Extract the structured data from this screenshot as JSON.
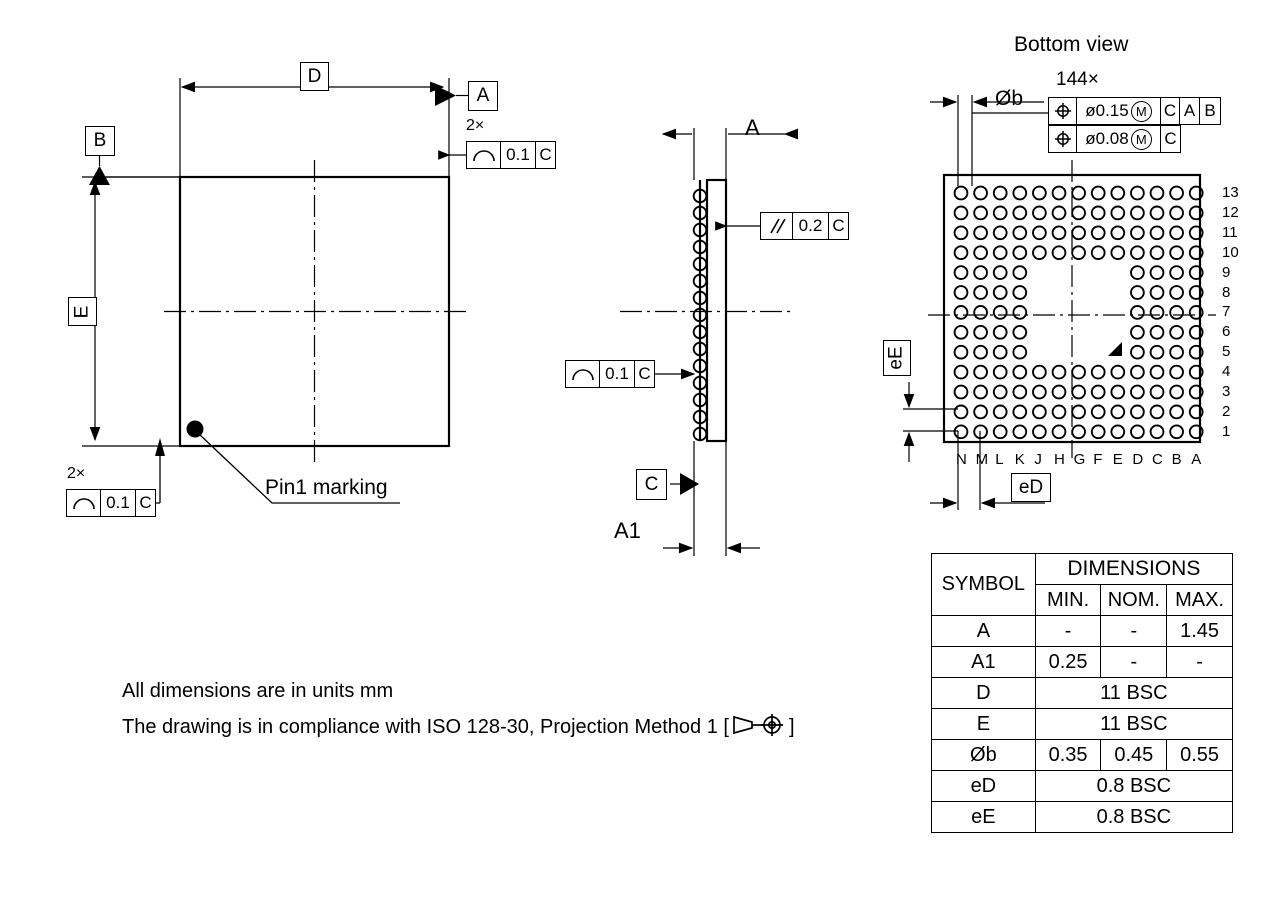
{
  "drawing": {
    "type": "bga-package-mechanical-drawing",
    "notes": [
      "All dimensions are in units mm",
      "The drawing is in compliance with ISO 128-30, Projection Method 1 ["
    ],
    "note_close": "]"
  },
  "top_view": {
    "dim_D": "D",
    "dim_E": "E",
    "datum_A": "A",
    "datum_B": "B",
    "pin1_label": "Pin1 marking",
    "callout_top": {
      "qty": "2×",
      "symbol": "profile-of-surface",
      "tol": "0.1",
      "datum": "C"
    },
    "callout_bottom": {
      "qty": "2×",
      "symbol": "profile-of-surface",
      "tol": "0.1",
      "datum": "C"
    }
  },
  "side_view": {
    "dim_A": "A",
    "dim_A1": "A1",
    "datum_C": "C",
    "callout_parallel": {
      "symbol": "parallelism",
      "tol": "0.2",
      "datum": "C"
    },
    "callout_profile": {
      "symbol": "profile-of-surface",
      "tol": "0.1",
      "datum": "C"
    }
  },
  "bottom_view": {
    "title": "Bottom view",
    "ball_qty": "144×",
    "dim_b": "Øb",
    "pitch_D": "eD",
    "pitch_E": "eE",
    "fcf_rows": [
      {
        "symbol": "position",
        "tol": "ø0.15",
        "modifier": "M",
        "datums": [
          "C",
          "A",
          "B"
        ]
      },
      {
        "symbol": "position",
        "tol": "ø0.08",
        "modifier": "M",
        "datums": [
          "C"
        ]
      }
    ],
    "column_letters": [
      "N",
      "M",
      "L",
      "K",
      "J",
      "H",
      "G",
      "F",
      "E",
      "D",
      "C",
      "B",
      "A"
    ],
    "row_numbers": [
      "13",
      "12",
      "11",
      "10",
      "9",
      "8",
      "7",
      "6",
      "5",
      "4",
      "3",
      "2",
      "1"
    ],
    "grid": {
      "cols": 13,
      "rows": 13,
      "hollow_center": {
        "col_start": 5,
        "col_end": 9,
        "row_start": 5,
        "row_end": 9
      }
    }
  },
  "dim_table": {
    "header_main": "DIMENSIONS",
    "header_symbol": "SYMBOL",
    "header_min": "MIN.",
    "header_nom": "NOM.",
    "header_max": "MAX.",
    "rows": [
      {
        "symbol": "A",
        "min": "-",
        "nom": "-",
        "max": "1.45",
        "span": false
      },
      {
        "symbol": "A1",
        "min": "0.25",
        "nom": "-",
        "max": "-",
        "span": false
      },
      {
        "symbol": "D",
        "value": "11 BSC",
        "span": true
      },
      {
        "symbol": "E",
        "value": "11 BSC",
        "span": true
      },
      {
        "symbol": "Øb",
        "min": "0.35",
        "nom": "0.45",
        "max": "0.55",
        "span": false
      },
      {
        "symbol": "eD",
        "value": "0.8 BSC",
        "span": true
      },
      {
        "symbol": "eE",
        "value": "0.8 BSC",
        "span": true
      }
    ]
  }
}
